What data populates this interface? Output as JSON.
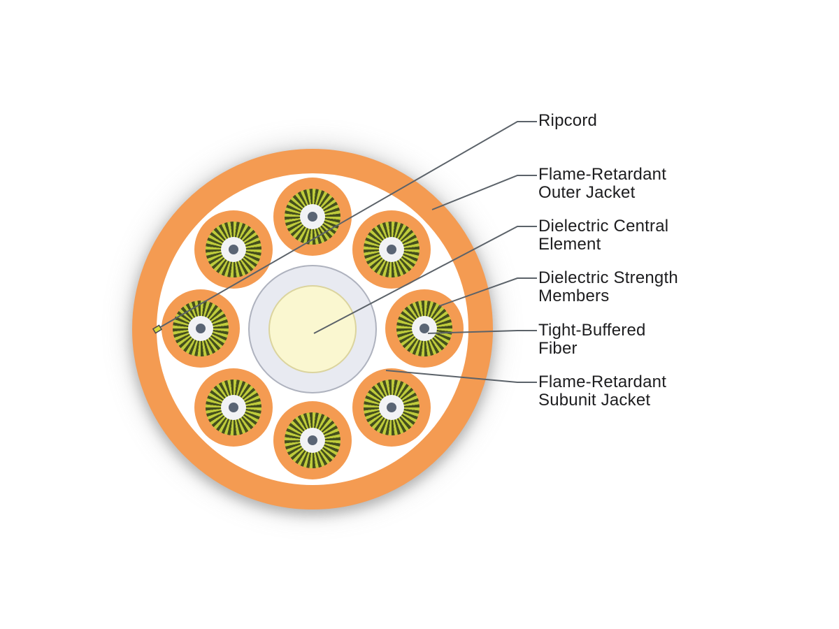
{
  "diagram": {
    "subject": "fiber optic cable cross-section",
    "subunit_count": 8
  },
  "labels": [
    {
      "id": "ripcord",
      "lines": [
        "Ripcord"
      ]
    },
    {
      "id": "flame-retardant-outer-jacket",
      "lines": [
        "Flame-Retardant",
        "Outer Jacket"
      ]
    },
    {
      "id": "dielectric-central-element",
      "lines": [
        "Dielectric Central",
        "Element"
      ]
    },
    {
      "id": "dielectric-strength-members",
      "lines": [
        "Dielectric Strength",
        "Members"
      ]
    },
    {
      "id": "tight-buffered-fiber",
      "lines": [
        "Tight-Buffered",
        "Fiber"
      ]
    },
    {
      "id": "flame-retardant-subunit-jacket",
      "lines": [
        "Flame-Retardant",
        "Subunit Jacket"
      ]
    }
  ],
  "colors": {
    "background": "#FFFFFF",
    "outer_jacket_orange": "#F49B52",
    "subunit_jacket_orange": "#F49B52",
    "strength_member_yellow_green": "#BECB3B",
    "strength_member_dark_olive": "#454F1D",
    "tight_buffer_white": "#F2F2F5",
    "fiber_gray": "#5A6474",
    "central_element_outer_gray": "#E8EAF1",
    "central_element_inner_yellow": "#FAF7D0",
    "ripcord_yellow": "#D9DA3A",
    "leader_line_gray": "#5B6269",
    "label_text": "#1D1D1F"
  }
}
